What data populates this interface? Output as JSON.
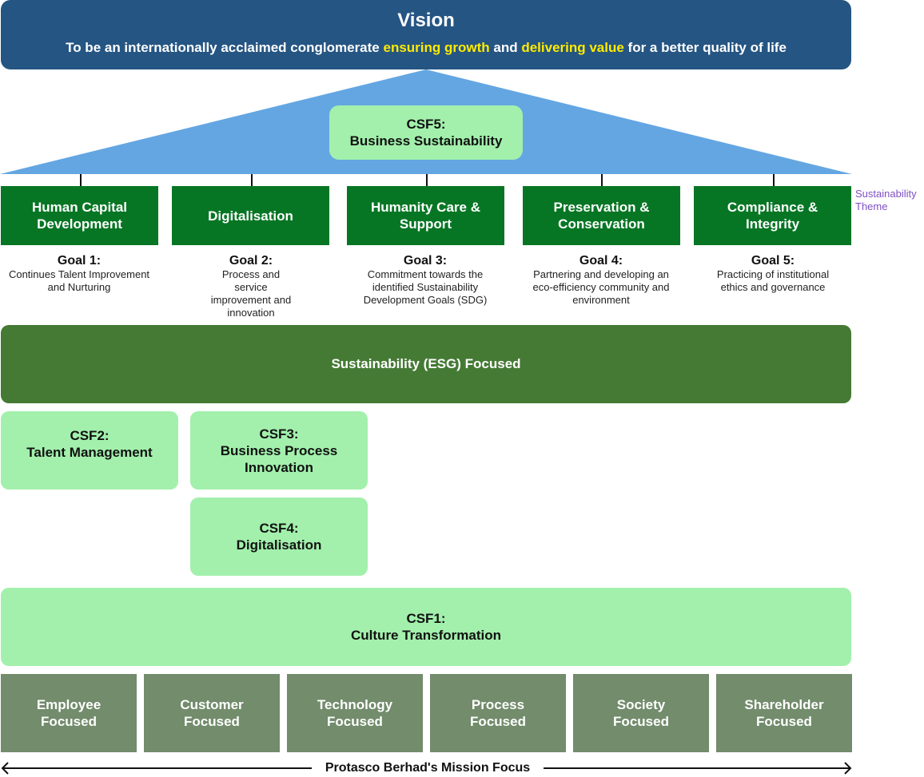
{
  "vision": {
    "title": "Vision",
    "text_part1": "To be an internationally acclaimed conglomerate ",
    "highlight1": "ensuring growth",
    "text_part2": " and ",
    "highlight2": "delivering value",
    "text_part3": " for a better quality of life"
  },
  "csf5": {
    "code": "CSF5:",
    "name": "Business Sustainability"
  },
  "themes_label": "Sustainability Theme",
  "themes": [
    {
      "name": "Human Capital Development",
      "goal_title": "Goal 1:",
      "goal_desc": "Continues Talent Improvement and Nurturing"
    },
    {
      "name": "Digitalisation",
      "goal_title": "Goal 2:",
      "goal_desc": "Process and service improvement and innovation"
    },
    {
      "name": "Humanity Care & Support",
      "goal_title": "Goal 3:",
      "goal_desc": "Commitment towards the identified Sustainability Development Goals (SDG)"
    },
    {
      "name": "Preservation & Conservation",
      "goal_title": "Goal 4:",
      "goal_desc": "Partnering and developing an eco-efficiency community and environment"
    },
    {
      "name": "Compliance & Integrity",
      "goal_title": "Goal 5:",
      "goal_desc": "Practicing of institutional ethics and governance"
    }
  ],
  "esg": "Sustainability (ESG) Focused",
  "csf2": {
    "code": "CSF2:",
    "name": "Talent Management"
  },
  "csf3": {
    "code": "CSF3:",
    "name": "Business Process Innovation"
  },
  "csf4": {
    "code": "CSF4:",
    "name": "Digitalisation"
  },
  "csf1": {
    "code": "CSF1:",
    "name": "Culture Transformation"
  },
  "mission_focus": [
    {
      "line1": "Employee",
      "line2": "Focused"
    },
    {
      "line1": "Customer",
      "line2": "Focused"
    },
    {
      "line1": "Technology",
      "line2": "Focused"
    },
    {
      "line1": "Process",
      "line2": "Focused"
    },
    {
      "line1": "Society",
      "line2": "Focused"
    },
    {
      "line1": "Shareholder",
      "line2": "Focused"
    }
  ],
  "mission_label": "Protasco Berhad's Mission Focus",
  "colors": {
    "vision_bg": "#255583",
    "highlight": "#ffeb00",
    "roof": "#64a6e2",
    "csf_bg": "#a2f0ac",
    "theme_bg": "#077624",
    "esg_bg": "#457a34",
    "focus_bg": "#728c6c",
    "theme_label": "#7f4fc6"
  }
}
